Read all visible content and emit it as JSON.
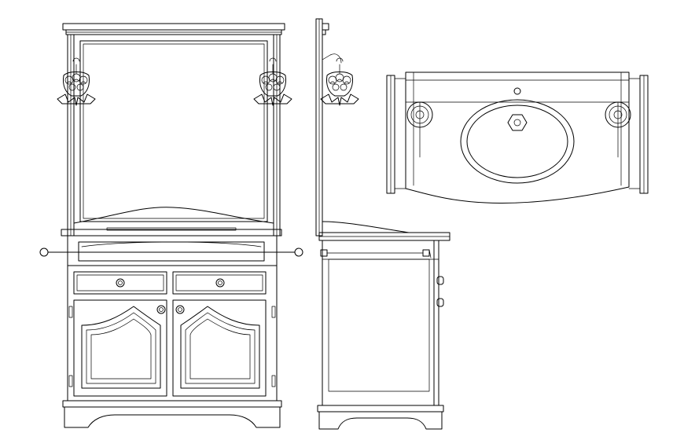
{
  "drawing": {
    "views": [
      {
        "id": "front",
        "name": "front-elevation"
      },
      {
        "id": "side",
        "name": "side-elevation"
      },
      {
        "id": "plan",
        "name": "top-plan"
      }
    ],
    "colors": {
      "line": "#000000",
      "background": "#ffffff"
    },
    "icons": [
      "wall-lamp-icon",
      "drawer-knob-icon",
      "towel-bar-icon",
      "basin-icon",
      "drain-icon"
    ]
  }
}
